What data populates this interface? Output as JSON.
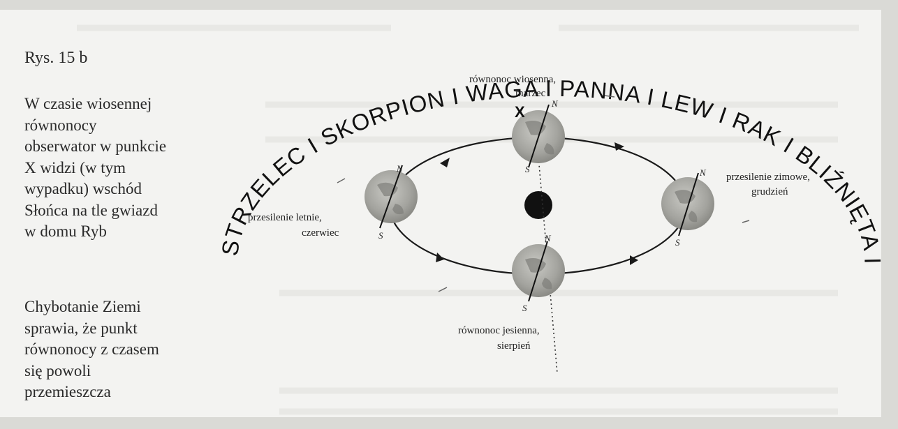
{
  "figure_label": "Rys. 15 b",
  "paragraph_1": [
    "W czasie wiosennej",
    "równonocy",
    "obserwator w punkcie",
    "X widzi (w tym",
    "wypadku) wschód",
    "Słońca na tle gwiazd",
    "w domu Ryb"
  ],
  "paragraph_2": [
    "Chybotanie Ziemi",
    "sprawia, że punkt",
    "równonocy z czasem",
    "się powoli",
    "przemieszcza"
  ],
  "zodiac_ring": "STRZELEC I SKORPION I WAGA I PANNA I LEW I RAK I BLIŹNIĘTA I BYK I BARAN I RYBY I WODNIK I KOZIOROŻEC I",
  "positions": {
    "spring": [
      "równonoc wiosenna,",
      "marzec"
    ],
    "summer": [
      "przesilenie letnie,",
      "czerwiec"
    ],
    "winter": [
      "przesilenie zimowe,",
      "grudzień"
    ],
    "autumn": [
      "równonoc jesienna,",
      "sierpień"
    ]
  },
  "observer_mark": "X",
  "pole_north": "N",
  "pole_south": "S",
  "colors": {
    "ink": "#111111",
    "earth": "#9a9a94",
    "sun": "#111111",
    "paper": "#f3f3f1"
  }
}
